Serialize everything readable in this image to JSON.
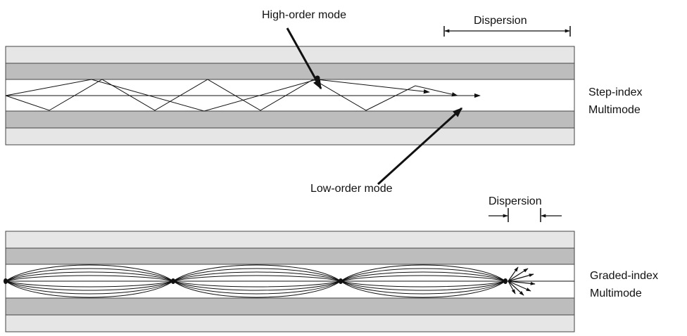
{
  "step_index": {
    "high_order_label": "High-order mode",
    "low_order_label": "Low-order mode",
    "dispersion_label": "Dispersion",
    "type_label_line1": "Step-index",
    "type_label_line2": "Multimode"
  },
  "graded_index": {
    "dispersion_label": "Dispersion",
    "type_label_line1": "Graded-index",
    "type_label_line2": "Multimode"
  },
  "colors": {
    "cladding_light": "#e6e6e6",
    "cladding_dark": "#bdbdbd",
    "core": "#ffffff",
    "ray": "#111111"
  }
}
